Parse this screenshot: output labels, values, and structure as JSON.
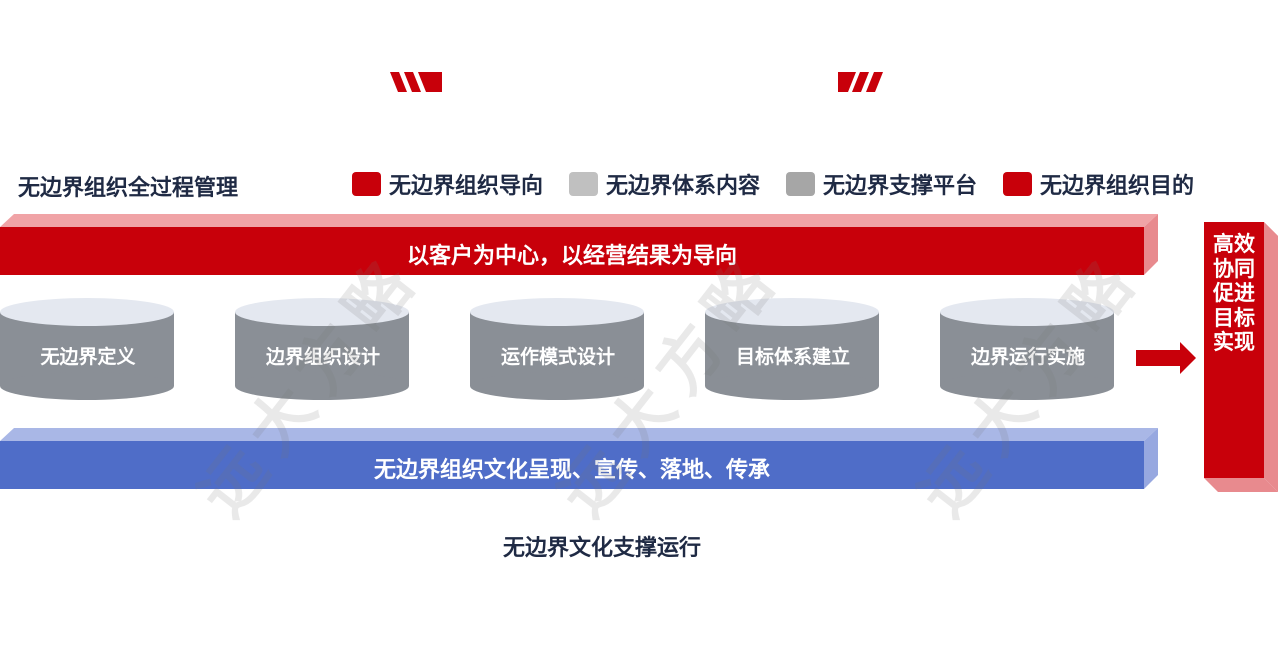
{
  "colors": {
    "red": "#c8000a",
    "red_light": "#f0a3a6",
    "gray_light": "#c0c0c0",
    "gray": "#a6a6a6",
    "blue": "#4f6dc8",
    "blue_light": "#a9b7e6",
    "cylinder_body": "#8a8f96",
    "cylinder_top": "#e4e8f0",
    "text_dark": "#1f2a44"
  },
  "header": {
    "title": "无边界组织全过程管理",
    "legend": [
      {
        "label": "无边界组织导向",
        "color": "#c8000a"
      },
      {
        "label": "无边界体系内容",
        "color": "#c0c0c0"
      },
      {
        "label": "无边界支撑平台",
        "color": "#a6a6a6"
      },
      {
        "label": "无边界组织目的",
        "color": "#c8000a"
      }
    ]
  },
  "top_band": {
    "text": "以客户为中心，以经营结果为导向"
  },
  "cylinders": [
    {
      "label": "无边界定义"
    },
    {
      "label": "边界组织设计"
    },
    {
      "label": "运作模式设计"
    },
    {
      "label": "目标体系建立"
    },
    {
      "label": "边界运行实施"
    }
  ],
  "bottom_band": {
    "text": "无边界组织文化呈现、宣传、落地、传承"
  },
  "bottom_title": "无边界文化支撑运行",
  "goal_box": {
    "text": "高效协同促进目标实现"
  },
  "watermark": "远大方略",
  "icons": [
    "stripes-icon",
    "arrow-right-icon"
  ]
}
